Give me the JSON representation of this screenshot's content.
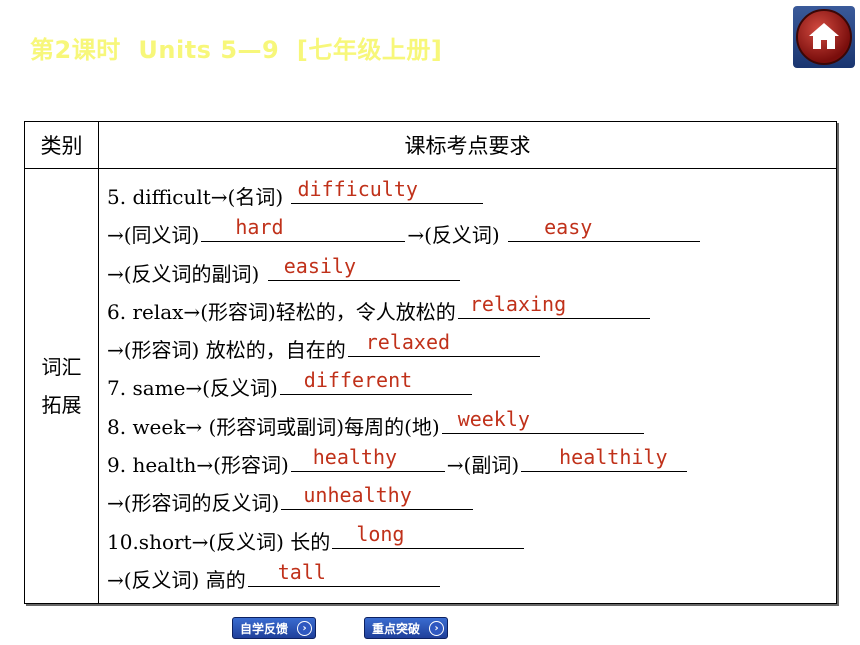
{
  "header": {
    "title": "第2课时  Units 5—9  [七年级上册]"
  },
  "table": {
    "col_headers": [
      "类别",
      "课标考点要求"
    ],
    "category": [
      "词汇",
      "拓展"
    ],
    "rows": [
      {
        "a": "5. difficult→(名词) ",
        "b1": "difficulty"
      },
      {
        "a": "→(同义词)",
        "b1": "hard",
        "c": "→(反义词) ",
        "b2": "easy"
      },
      {
        "a": "→(反义词的副词) ",
        "b1": "easily"
      },
      {
        "a": "6. relax→(形容词)轻松的，令人放松的",
        "b1": "relaxing"
      },
      {
        "a": "→(形容词) 放松的，自在的",
        "b1": "relaxed"
      },
      {
        "a": "7. same→(反义词)",
        "b1": "different"
      },
      {
        "a": "8. week→ (形容词或副词)每周的(地)",
        "b1": "weekly"
      },
      {
        "a": "9. health→(形容词)",
        "b1": "healthy",
        "c": "→(副词)",
        "b2": "healthily"
      },
      {
        "a": "→(形容词的反义词)",
        "b1": "unhealthy"
      },
      {
        "a": "10.short→(反义词) 长的",
        "b1": "long"
      },
      {
        "a": "→(反义词) 高的",
        "b1": "tall"
      }
    ]
  },
  "nav": {
    "feedback": "自学反馈",
    "breakthrough": "重点突破",
    "arrow": "›"
  },
  "colors": {
    "title": "#f7f77a",
    "answer": "#c0311a",
    "nav": "#2a4fb8"
  }
}
